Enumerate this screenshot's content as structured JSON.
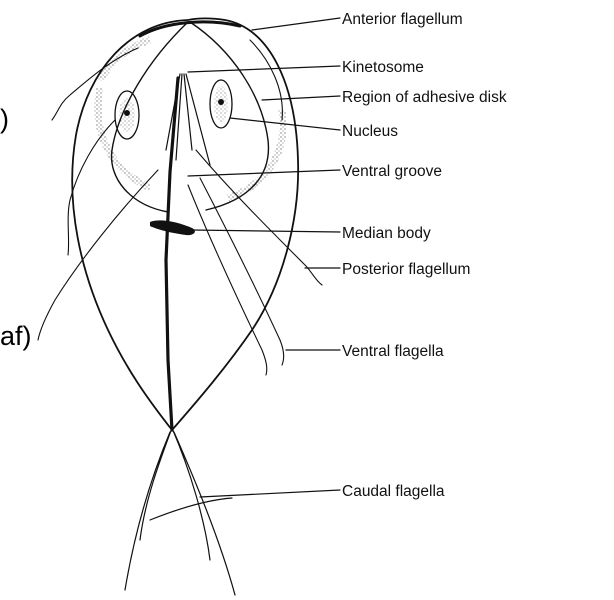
{
  "diagram": {
    "labels": {
      "anterior_flagellum": "Anterior flagellum",
      "kinetosome": "Kinetosome",
      "adhesive_disk": "Region of adhesive disk",
      "nucleus": "Nucleus",
      "ventral_groove": "Ventral groove",
      "median_body": "Median body",
      "posterior_flagellum": "Posterior flagellum",
      "ventral_flagella": "Ventral flagella",
      "caudal_flagella": "Caudal flagella"
    },
    "fragments": {
      "paren_top": ")",
      "af_paren": "af)"
    }
  }
}
